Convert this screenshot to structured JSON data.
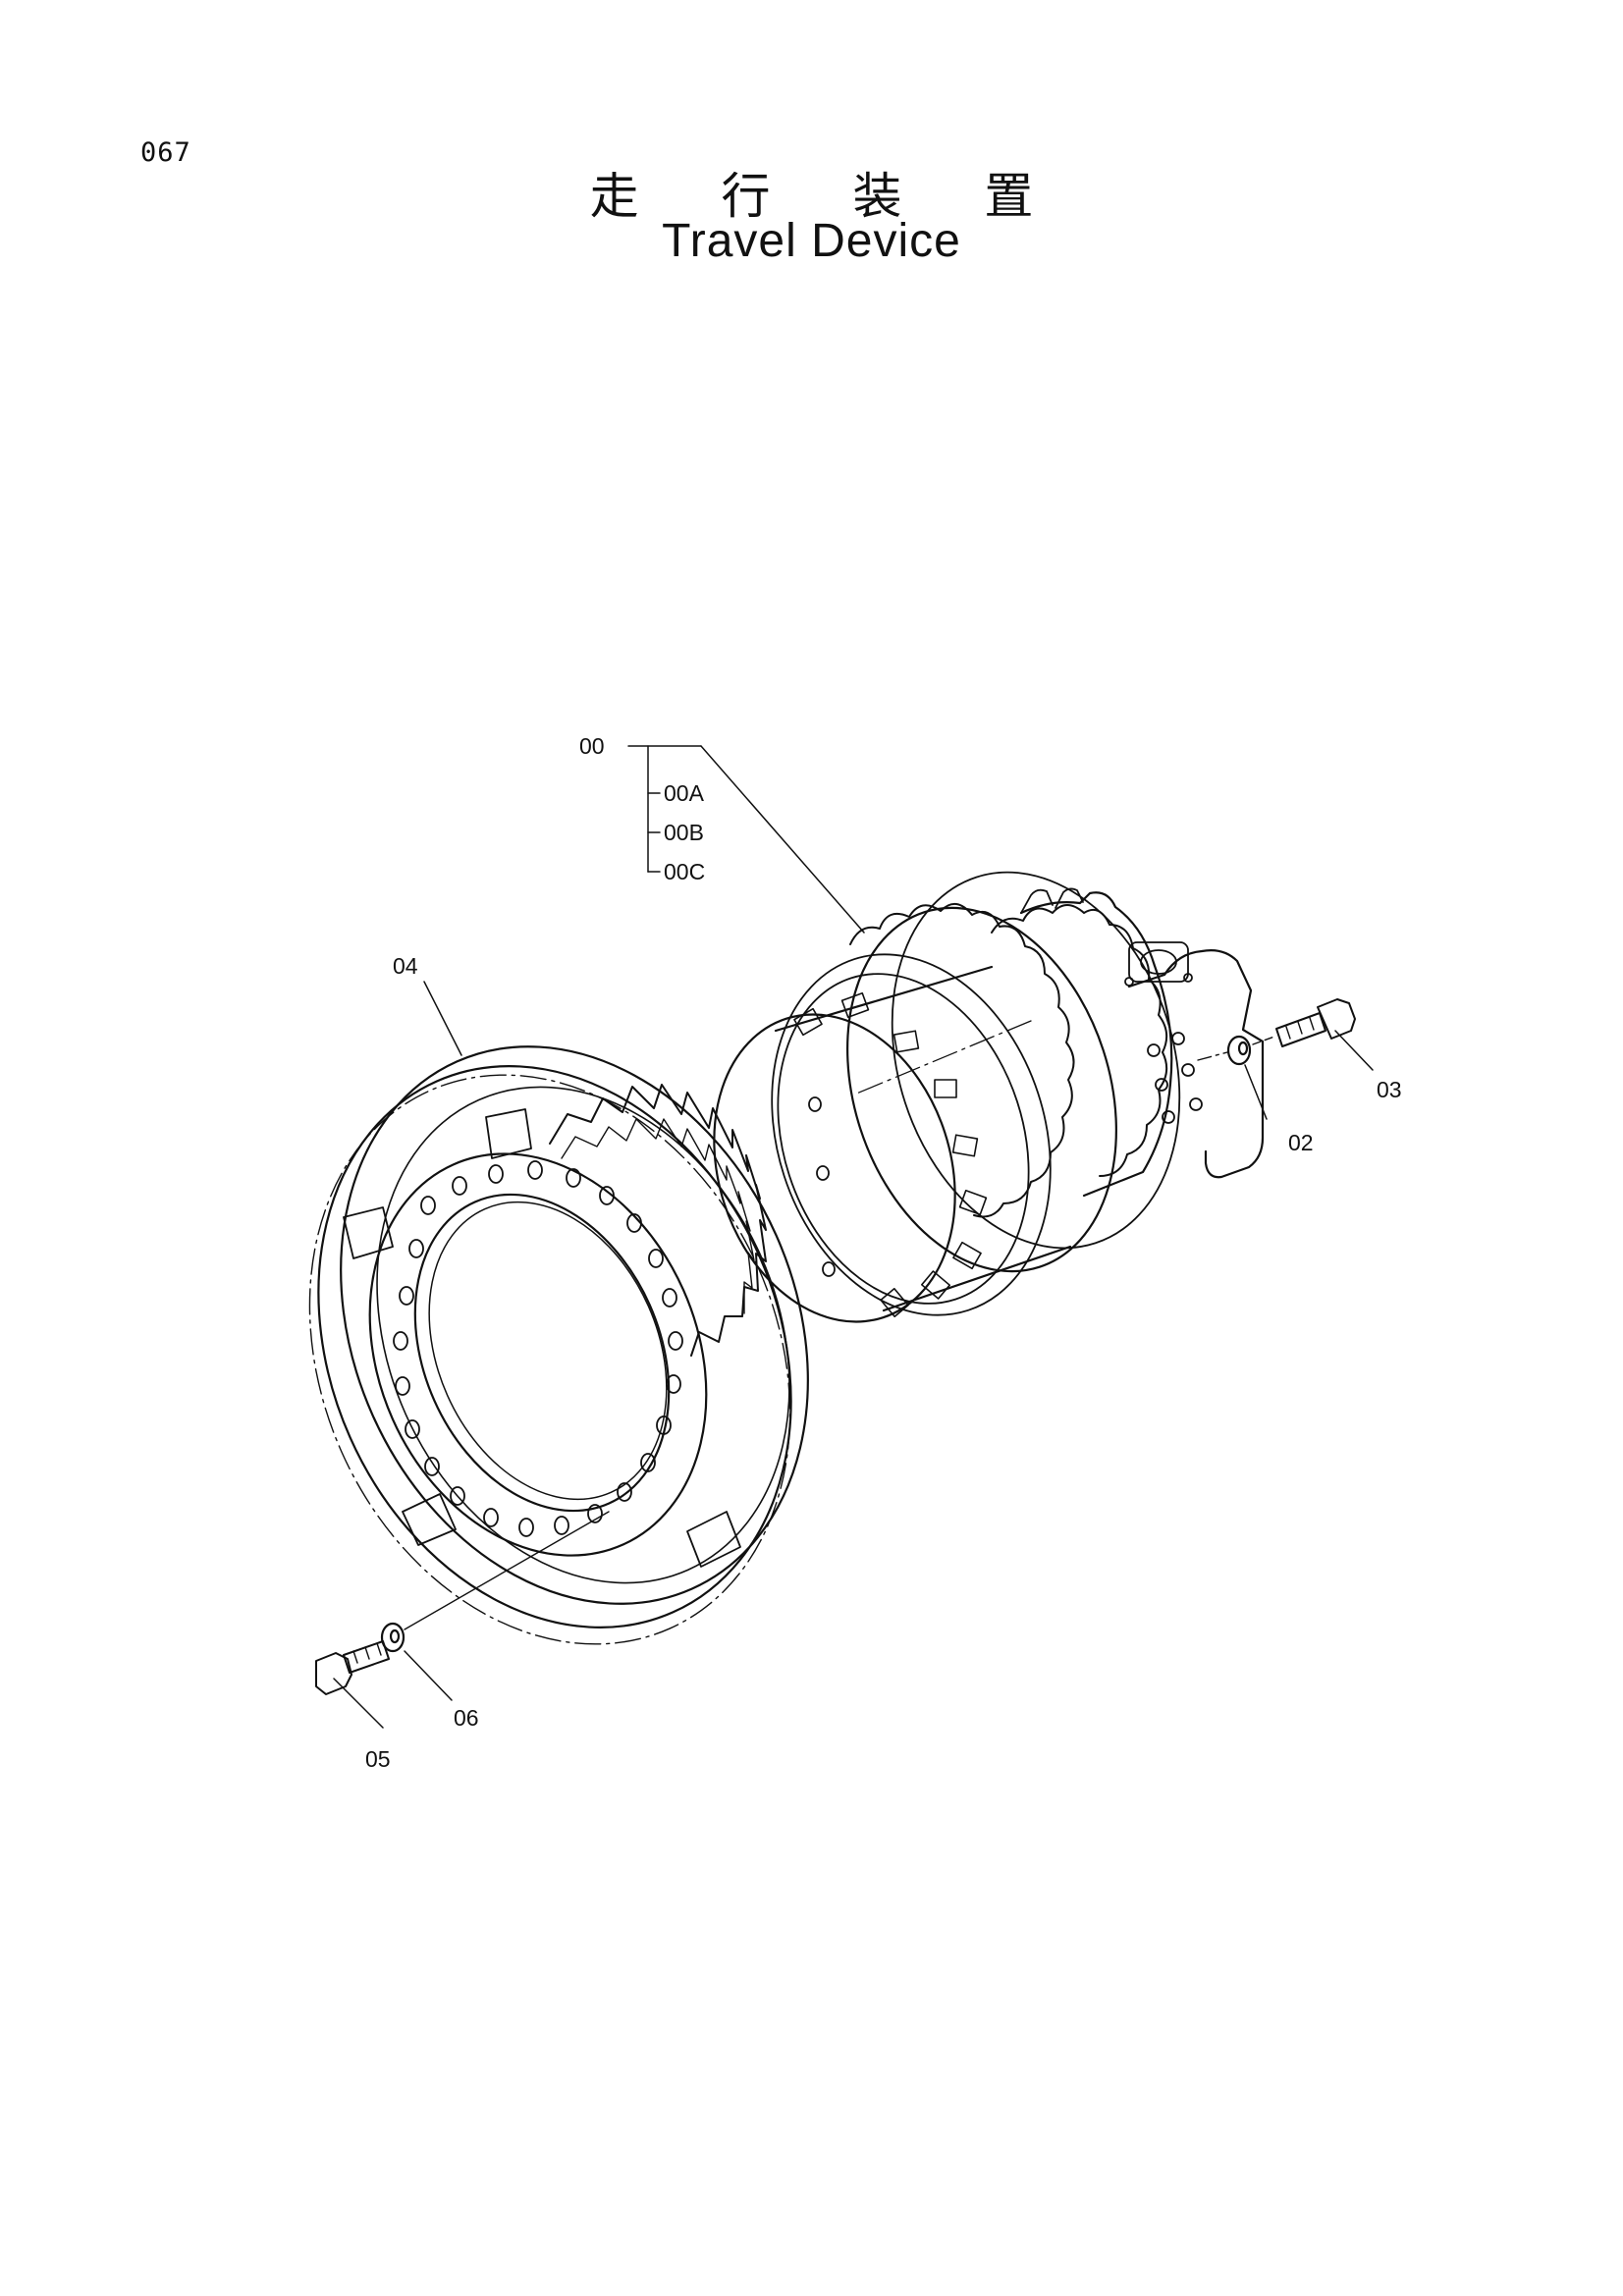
{
  "page": {
    "number": "067"
  },
  "title": {
    "japanese": "走 行 装 置",
    "english": "Travel Device"
  },
  "callouts": {
    "c00": "00",
    "c00A": "00A",
    "c00B": "00B",
    "c00C": "00C",
    "c02": "02",
    "c03": "03",
    "c04": "04",
    "c05": "05",
    "c06": "06"
  },
  "colors": {
    "ink": "#111111",
    "paper": "#ffffff"
  }
}
